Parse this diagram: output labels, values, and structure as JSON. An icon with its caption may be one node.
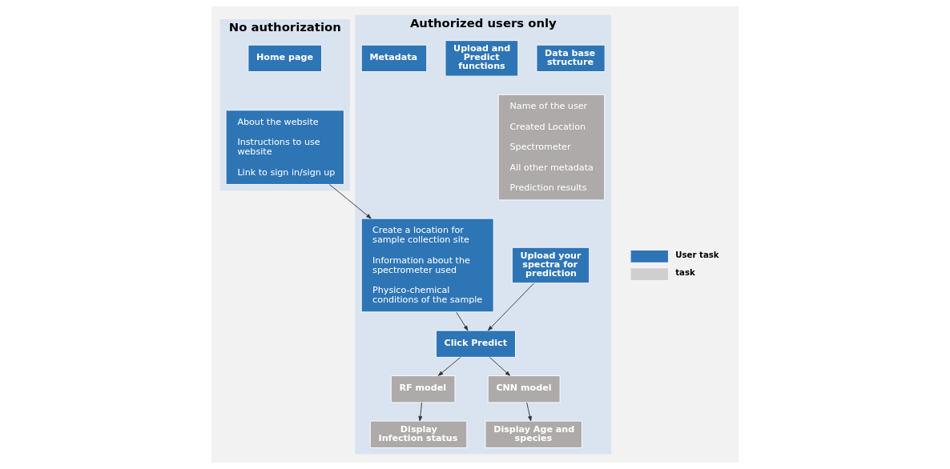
{
  "diagram": {
    "nodes": [
      {
        "text": [
          "No authorization"
        ]
      },
      {
        "text": [
          "Home page"
        ],
        "in": 0
      },
      {
        "text": [
          "About the website",
          "Instructions to use website",
          "Link to sign in/sign up"
        ],
        "in": 0
      },
      {
        "text": [
          "Authorized users only"
        ]
      },
      {
        "text": [
          "Metadata"
        ],
        "in": 3
      },
      {
        "text": [
          "Create a location for sample collection site",
          "Information about the spectrometer used",
          "Physico-chemical conditions of the sample"
        ],
        "in": 3
      },
      {
        "text": [
          "Upload and Predict functions"
        ],
        "in": 3
      },
      {
        "text": [
          "Upload your spectra for prediction"
        ],
        "in": 3
      },
      {
        "text": [
          "Click Predict"
        ],
        "in": 3
      },
      {
        "text": [
          "RF model"
        ],
        "in": 3
      },
      {
        "text": [
          "CNN model"
        ],
        "in": 3
      },
      {
        "text": [
          "Display Infection status"
        ],
        "in": 3
      },
      {
        "text": [
          "Display Age and species"
        ],
        "in": 3
      },
      {
        "text": [
          "Data base structure"
        ],
        "in": 3
      },
      {
        "text": [
          "Name of the user",
          "Created Location",
          "Spectrometer",
          "All other metadata",
          "Prediction results"
        ],
        "in": 3
      }
    ],
    "edges": [
      {
        "from": 2,
        "to": 5,
        "arrow": "to"
      },
      {
        "from": 5,
        "to": 8,
        "arrow": "to"
      },
      {
        "from": 7,
        "to": 8,
        "arrow": "to"
      },
      {
        "from": 8,
        "to": 9,
        "arrow": "to"
      },
      {
        "from": 8,
        "to": 10,
        "arrow": "to"
      },
      {
        "from": 9,
        "to": 11,
        "arrow": "to"
      },
      {
        "from": 10,
        "to": 12,
        "arrow": "to"
      }
    ],
    "legend": [
      {
        "text": "User task",
        "color": "#2e75b6"
      },
      {
        "text": "task",
        "color": "#d0cece"
      }
    ]
  }
}
